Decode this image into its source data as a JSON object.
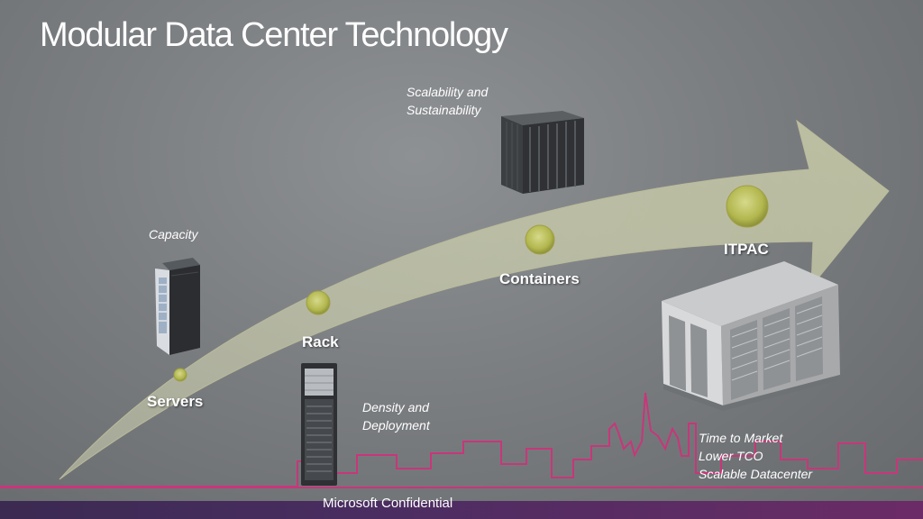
{
  "slide": {
    "title": "Modular Data Center Technology",
    "footer": "Microsoft Confidential"
  },
  "stages": {
    "servers": {
      "label": "Servers",
      "note": [
        "Capacity"
      ]
    },
    "rack": {
      "label": "Rack",
      "note": [
        "Density and",
        "Deployment"
      ]
    },
    "containers": {
      "label": "Containers",
      "note": [
        "Scalability and",
        "Sustainability"
      ]
    },
    "itpac": {
      "label": "ITPAC",
      "note": [
        "Time to Market",
        "Lower TCO",
        "Scalable Datacenter"
      ]
    }
  },
  "colors": {
    "arrow": "#c5c7a6",
    "node": "#b8bc5c",
    "skyline": "#c8367a",
    "bottom_bar": "#4a2d61"
  },
  "icons": {
    "server": "server-tower-icon",
    "rack": "server-rack-icon",
    "container": "shipping-container-icon",
    "itpac": "itpac-module-icon"
  }
}
